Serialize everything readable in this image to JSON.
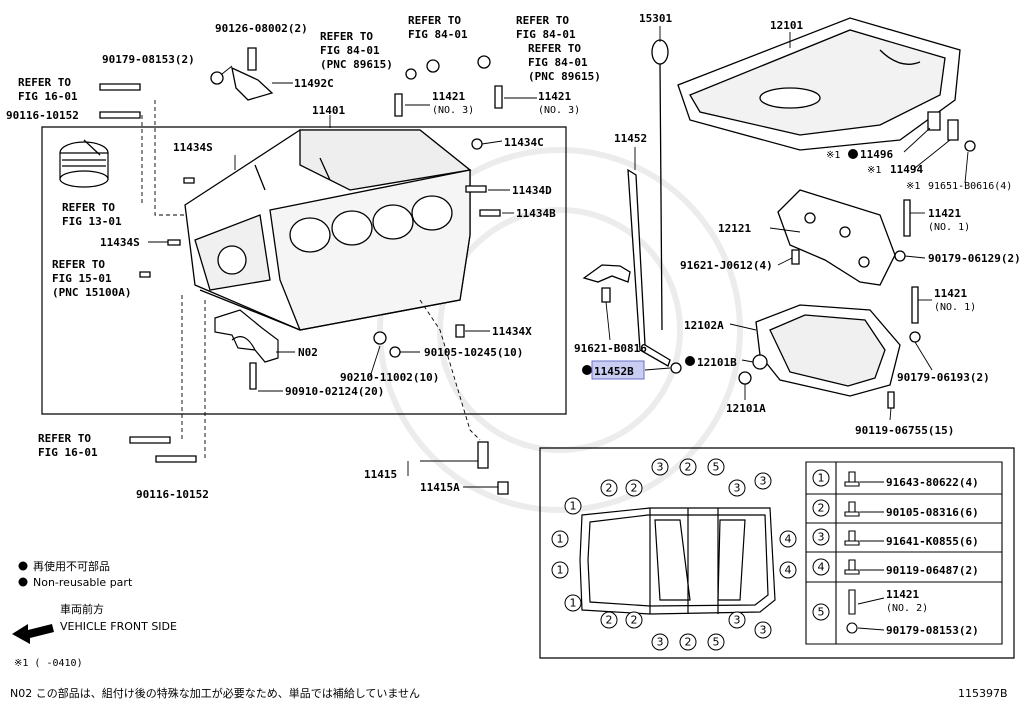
{
  "labels": {
    "p90126": "90126-08002(2)",
    "p90179_08153": "90179-08153(2)",
    "refer_fig16_top": "REFER TO",
    "refer_fig16_top2": "FIG 16-01",
    "p90116_top": "90116-10152",
    "refer_fig84_a1": "REFER TO",
    "refer_fig84_a2": "FIG 84-01",
    "refer_fig84_a3": "(PNC 89615)",
    "refer_fig84_b1": "REFER TO",
    "refer_fig84_b2": "FIG 84-01",
    "refer_fig84_c1": "REFER TO",
    "refer_fig84_c2": "FIG 84-01",
    "refer_fig84_d1": "REFER TO",
    "refer_fig84_d2": "FIG 84-01",
    "refer_fig84_d3": "(PNC 89615)",
    "p11492C": "11492C",
    "p11421_no3_a": "11421",
    "p11421_no3_a2": "(NO. 3)",
    "p11421_no3_b": "11421",
    "p11421_no3_b2": "(NO. 3)",
    "p11401": "11401",
    "p11434S_top": "11434S",
    "p11434C": "11434C",
    "p11434D": "11434D",
    "p11434B": "11434B",
    "refer_fig13_1": "REFER TO",
    "refer_fig13_2": "FIG 13-01",
    "p11434S_left": "11434S",
    "refer_fig15_1": "REFER TO",
    "refer_fig15_2": "FIG 15-01",
    "refer_fig15_3": "(PNC 15100A)",
    "pN02": "N02",
    "p11434X": "11434X",
    "p90105_10245": "90105-10245(10)",
    "p90210": "90210-11002(10)",
    "p90910": "90910-02124(20)",
    "refer_fig16_bot1": "REFER TO",
    "refer_fig16_bot2": "FIG 16-01",
    "p90116_bot": "90116-10152",
    "p11415": "11415",
    "p11415A": "11415A",
    "p15301": "15301",
    "p11452": "11452",
    "p91621_B0816": "91621-B0816",
    "p11452B": "11452B",
    "p12101": "12101",
    "p11496": "11496",
    "p11496_mark": "※1",
    "p11494": "11494",
    "p11494_mark": "※1",
    "p91651": "91651-B0616(4)",
    "p91651_mark": "※1",
    "p12121": "12121",
    "p11421_no1_a": "11421",
    "p11421_no1_a2": "(NO. 1)",
    "p91621_J0612": "91621-J0612(4)",
    "p90179_06129": "90179-06129(2)",
    "p11421_no1_b": "11421",
    "p11421_no1_b2": "(NO. 1)",
    "p12102A": "12102A",
    "p12101B": "12101B",
    "p12101A": "12101A",
    "p90179_06193": "90179-06193(2)",
    "p90119_06755": "90119-06755(15)"
  },
  "legend": {
    "nonreusable_jp": "再使用不可部品",
    "nonreusable_en": "Non-reusable part",
    "front_jp": "車両前方",
    "front_en": "VEHICLE FRONT SIDE",
    "note1": "※1 (      -0410)",
    "note_n02": "N02  この部品は、組付け後の特殊な加工が必要なため、単品では補給していません",
    "fig_id": "115397B"
  },
  "bolt_table": {
    "rows": [
      {
        "num": "1",
        "part": "91643-80622(4)"
      },
      {
        "num": "2",
        "part": "90105-08316(6)"
      },
      {
        "num": "3",
        "part": "91641-K0855(6)"
      },
      {
        "num": "4",
        "part": "90119-06487(2)"
      },
      {
        "num": "5",
        "part": "11421",
        "part2": "(NO. 2)",
        "part3": "90179-08153(2)"
      }
    ]
  },
  "callouts": {
    "one": "1",
    "two": "2",
    "three": "3",
    "four": "4",
    "five": "5"
  },
  "colors": {
    "highlight": "#c9cdf2",
    "line": "#000000"
  }
}
